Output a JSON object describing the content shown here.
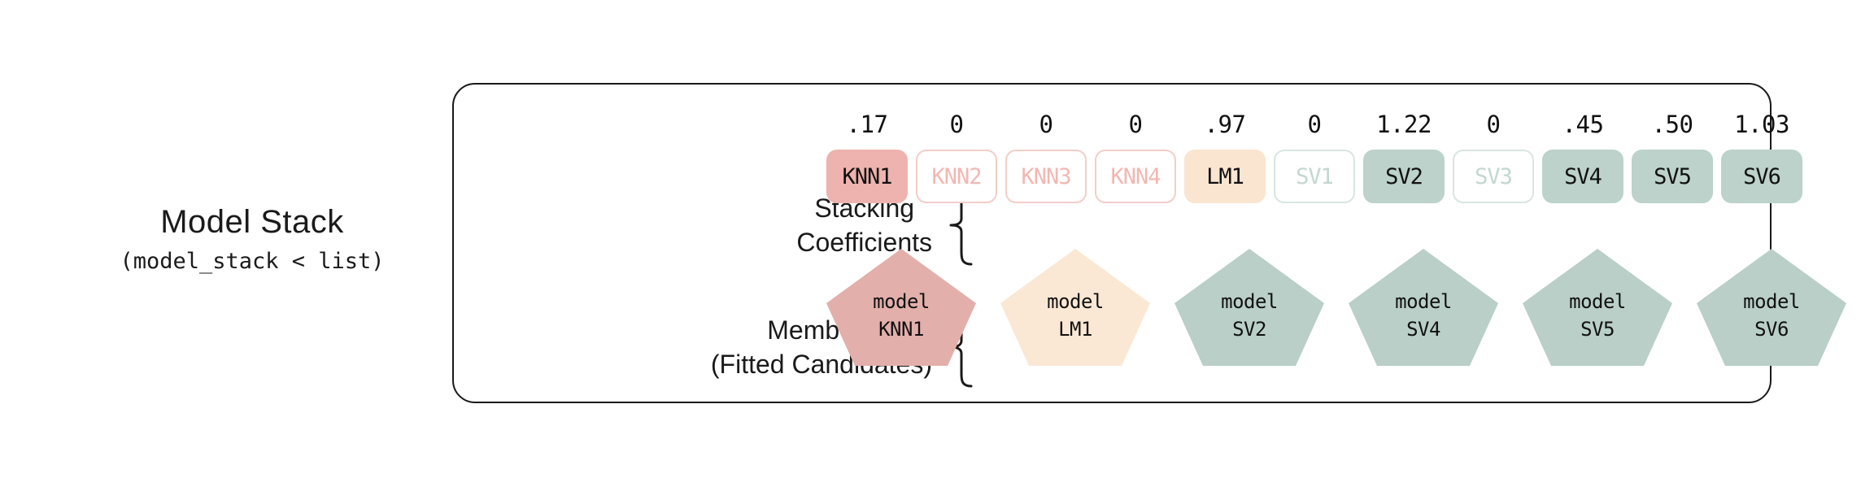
{
  "left_label": {
    "title": "Model Stack",
    "subtitle": "(model_stack < list)"
  },
  "rows": {
    "coefficients": {
      "label_line1": "Stacking",
      "label_line2": "Coefficients"
    },
    "members": {
      "label_line1": "Members",
      "label_line2": "(Fitted Candidates)"
    }
  },
  "colors": {
    "red_fill": "#eeb3ae",
    "red_outline": "#f3cdc8",
    "red_faded_text": "#f2b7b1",
    "cream_fill": "#fae5d0",
    "green_fill": "#bcd2ca",
    "green_outline": "#d8e6e0",
    "green_faded_text": "#c3d7cf",
    "border": "#1a1a1a",
    "text": "#111111",
    "background": "#ffffff"
  },
  "coefficients": [
    {
      "value": ".17",
      "label": "KNN1",
      "state": "active",
      "family": "red"
    },
    {
      "value": "0",
      "label": "KNN2",
      "state": "inactive",
      "family": "red"
    },
    {
      "value": "0",
      "label": "KNN3",
      "state": "inactive",
      "family": "red"
    },
    {
      "value": "0",
      "label": "KNN4",
      "state": "inactive",
      "family": "red"
    },
    {
      "value": ".97",
      "label": "LM1",
      "state": "active",
      "family": "cream"
    },
    {
      "value": "0",
      "label": "SV1",
      "state": "inactive",
      "family": "green"
    },
    {
      "value": "1.22",
      "label": "SV2",
      "state": "active",
      "family": "green"
    },
    {
      "value": "0",
      "label": "SV3",
      "state": "inactive",
      "family": "green"
    },
    {
      "value": ".45",
      "label": "SV4",
      "state": "active",
      "family": "green"
    },
    {
      "value": ".50",
      "label": "SV5",
      "state": "active",
      "family": "green"
    },
    {
      "value": "1.03",
      "label": "SV6",
      "state": "active",
      "family": "green"
    }
  ],
  "members": [
    {
      "line1": "model",
      "line2": "KNN1",
      "family": "red"
    },
    {
      "line1": "model",
      "line2": "LM1",
      "family": "cream"
    },
    {
      "line1": "model",
      "line2": "SV2",
      "family": "green"
    },
    {
      "line1": "model",
      "line2": "SV4",
      "family": "green"
    },
    {
      "line1": "model",
      "line2": "SV5",
      "family": "green"
    },
    {
      "line1": "model",
      "line2": "SV6",
      "family": "green"
    }
  ]
}
